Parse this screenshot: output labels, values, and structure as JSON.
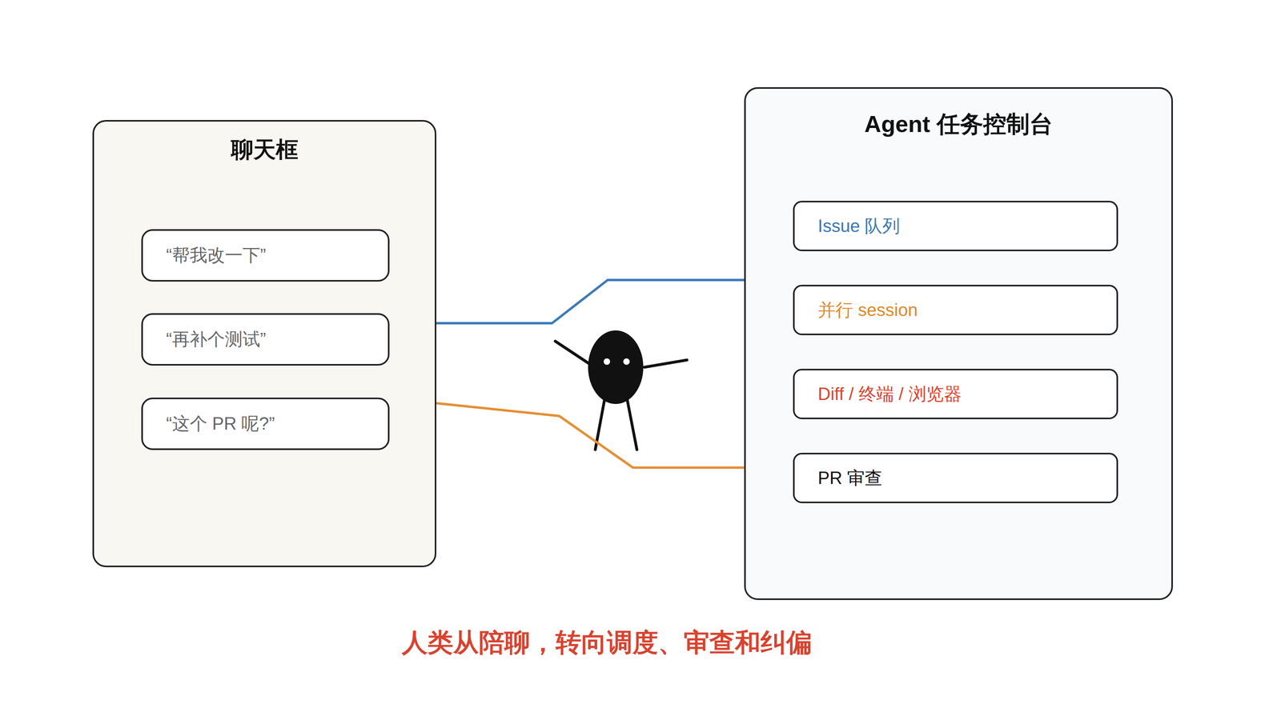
{
  "diagram": {
    "caption": "人类从陪聊，转向调度、审查和纠偏",
    "nodes": [
      {
        "text": [
          "聊天框"
        ]
      },
      {
        "text": [
          "“帮我改一下”"
        ],
        "in": 0
      },
      {
        "text": [
          "“再补个测试”"
        ],
        "in": 0
      },
      {
        "text": [
          "“这个 PR 呢?”"
        ],
        "in": 0
      },
      {
        "text": [
          "Agent 任务控制台"
        ]
      },
      {
        "text": [
          "Issue 队列"
        ],
        "in": 4
      },
      {
        "text": [
          "并行 session"
        ],
        "in": 4
      },
      {
        "text": [
          "Diff / 终端 / 浏览器"
        ],
        "in": 4
      },
      {
        "text": [
          "PR 审查"
        ],
        "in": 4
      }
    ],
    "edges": [
      {
        "from": 0,
        "to": 4,
        "arrow": "none"
      },
      {
        "from": 0,
        "to": 4,
        "arrow": "none"
      }
    ]
  }
}
